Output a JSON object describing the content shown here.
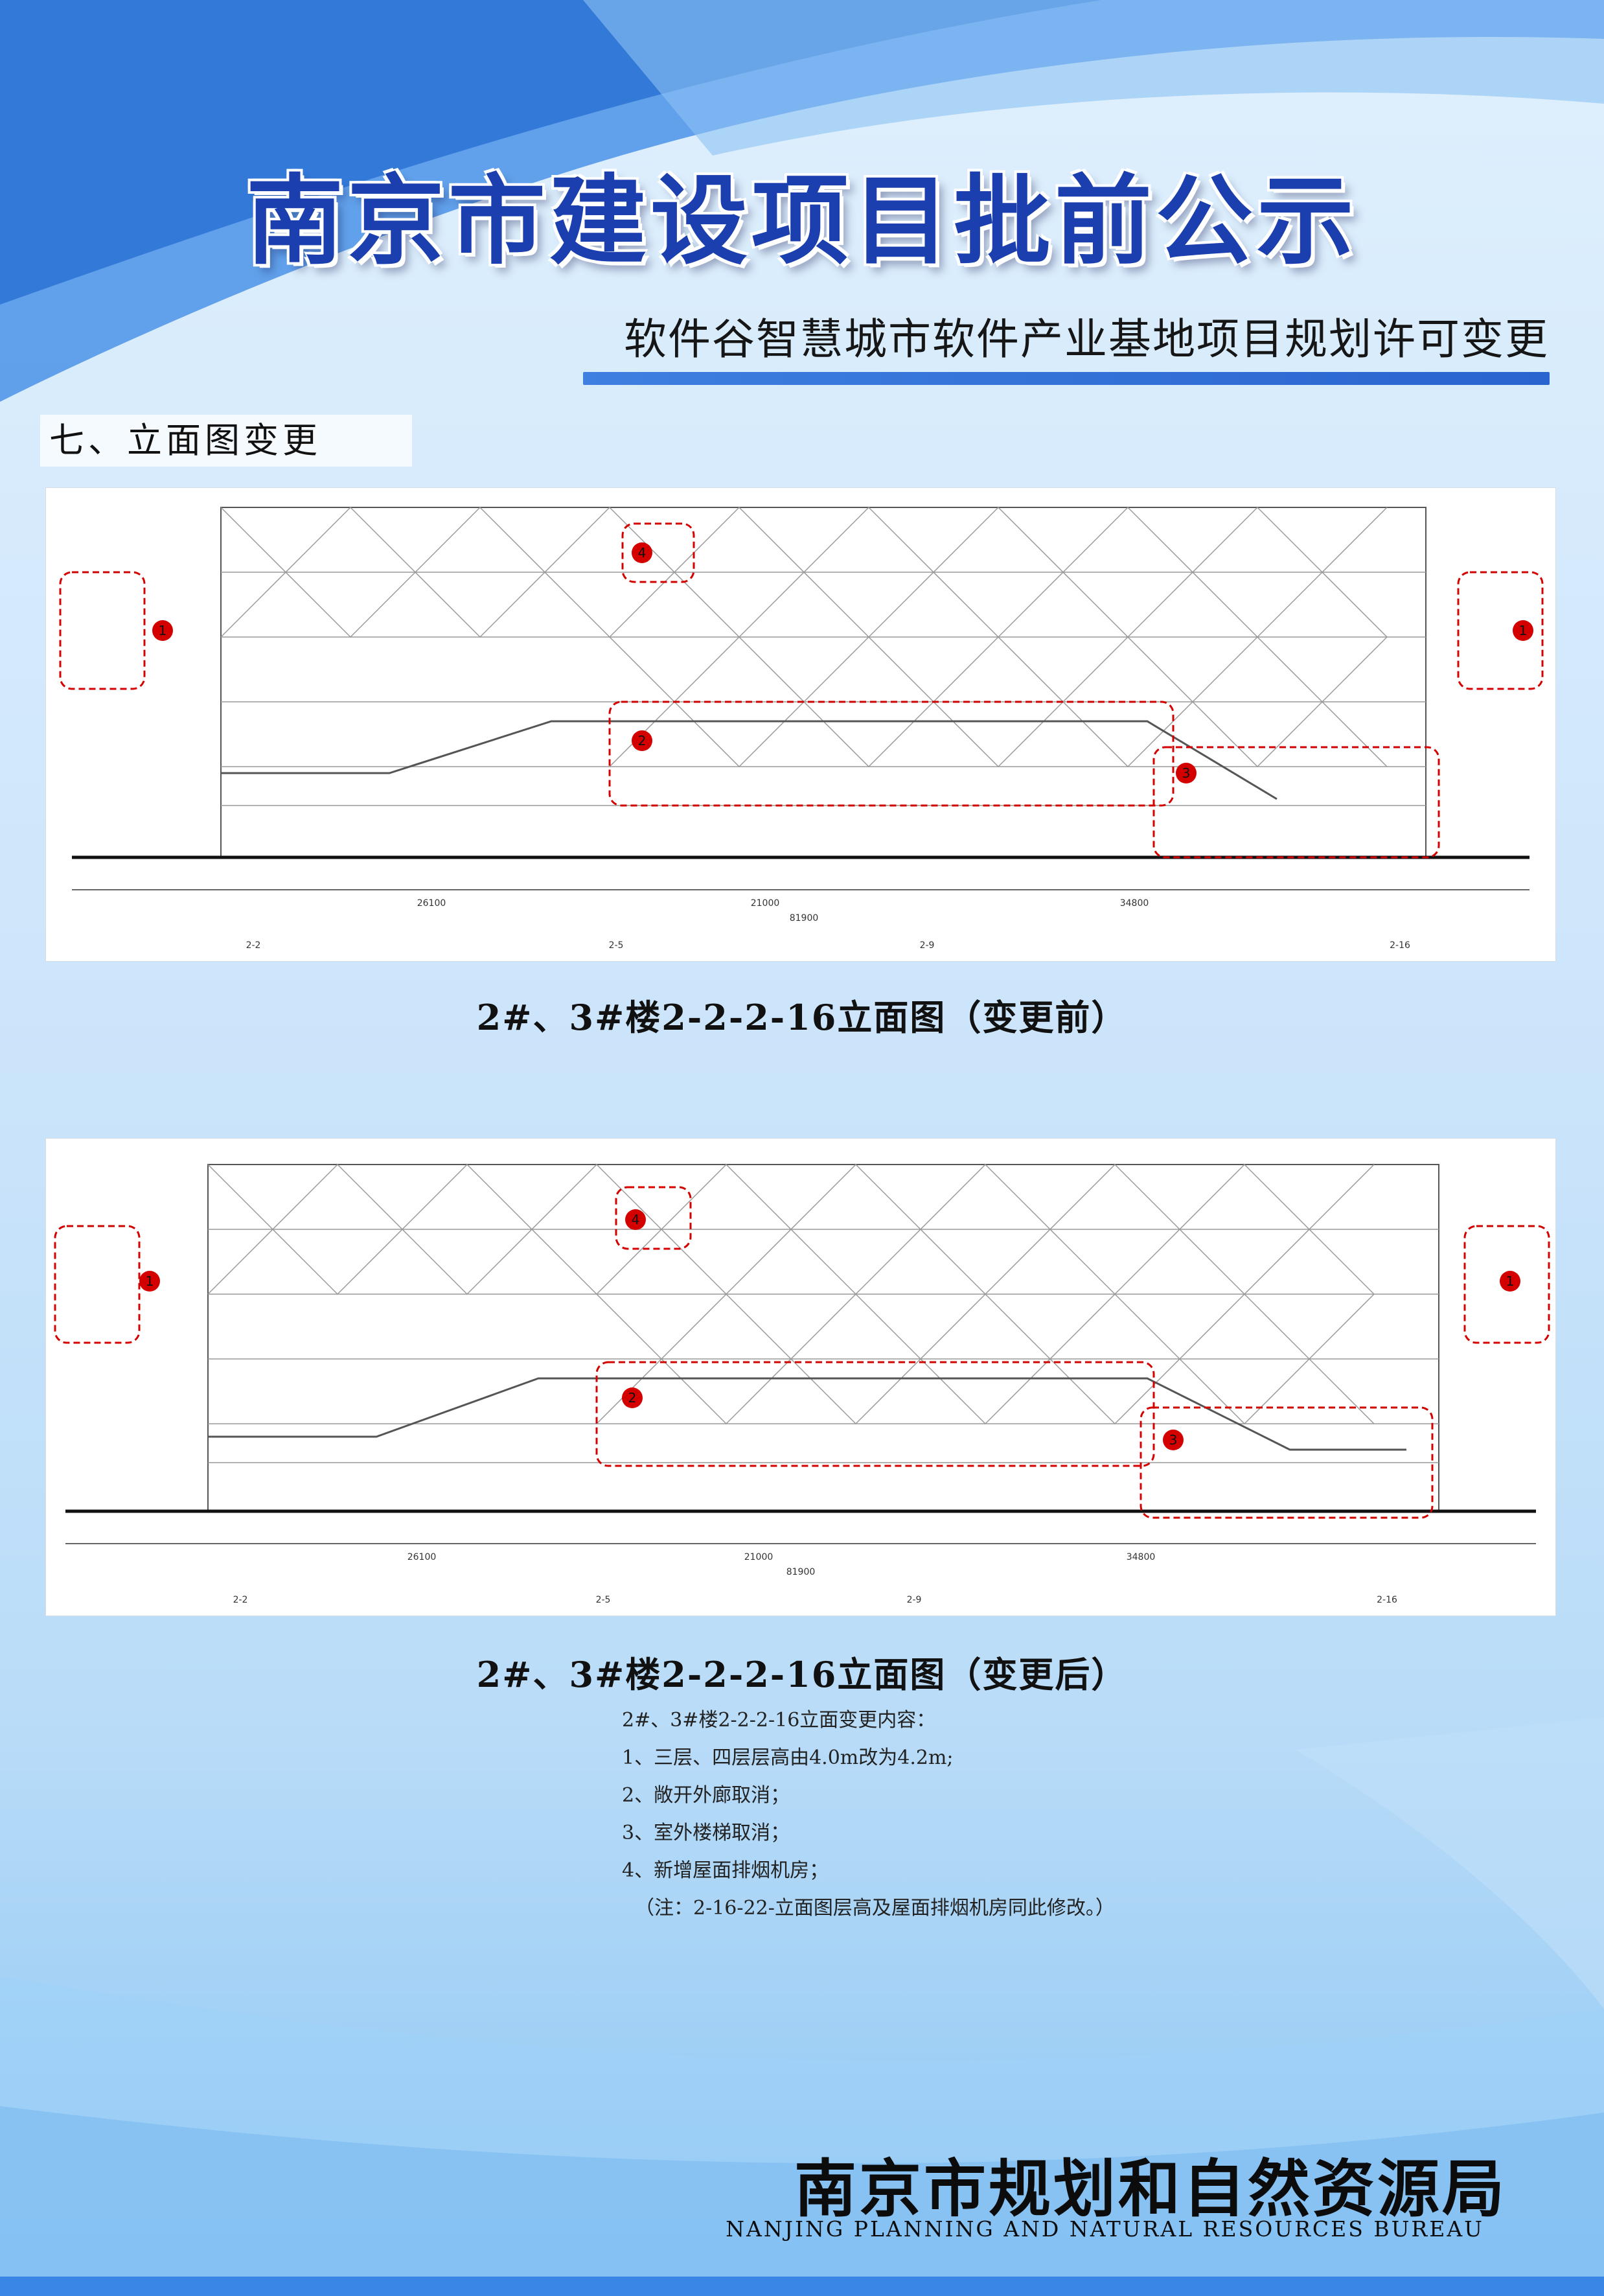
{
  "header": {
    "title": "南京市建设项目批前公示",
    "subtitle": "软件谷智慧城市软件产业基地项目规划许可变更"
  },
  "section": {
    "title": "七、立面图变更"
  },
  "drawings": [
    {
      "caption": "2#、3#楼2-2-2-16立面图（变更前）",
      "markers": [
        "1",
        "2",
        "3",
        "4",
        "1"
      ],
      "dims": {
        "bay1": "26100",
        "bay2": "21000",
        "bay3": "34800",
        "total": "81900"
      },
      "axes": [
        "2-2",
        "2-5",
        "2-9",
        "2-16"
      ]
    },
    {
      "caption": "2#、3#楼2-2-2-16立面图（变更后）",
      "markers": [
        "1",
        "2",
        "3",
        "4",
        "1"
      ],
      "dims": {
        "bay1": "26100",
        "bay2": "21000",
        "bay3": "34800",
        "total": "81900"
      },
      "axes": [
        "2-2",
        "2-5",
        "2-9",
        "2-16"
      ]
    }
  ],
  "changes": {
    "heading": "2#、3#楼2-2-2-16立面变更内容：",
    "items": [
      "1、三层、四层层高由4.0m改为4.2m;",
      "2、敞开外廊取消；",
      "3、室外楼梯取消；",
      "4、新增屋面排烟机房；"
    ],
    "note": "（注：2-16-22-立面图层高及屋面排烟机房同此修改。）"
  },
  "footer": {
    "org_cn": "南京市规划和自然资源局",
    "org_en": "NANJING PLANNING AND NATURAL RESOURCES BUREAU"
  },
  "colors": {
    "title_blue": "#1b3fae",
    "accent_blue": "#2a64cf",
    "markup_red": "#d40000"
  }
}
